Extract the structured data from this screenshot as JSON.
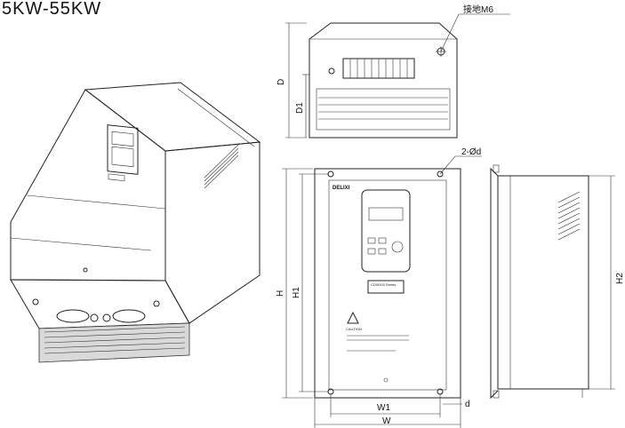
{
  "title": "5KW-55KW",
  "labels": {
    "ground": "接地M6",
    "hole": "2-Ød",
    "d_depth": "D",
    "d1_depth": "D1",
    "h": "H",
    "h1": "H1",
    "h2": "H2",
    "w": "W",
    "w1": "W1",
    "d_small": "d"
  },
  "panel": {
    "brand": "DELIXI",
    "series": "CDI9100 Series",
    "caution": "CAUTION"
  },
  "colors": {
    "line": "#222222",
    "background": "#ffffff",
    "shade": "#d9d9d9"
  }
}
